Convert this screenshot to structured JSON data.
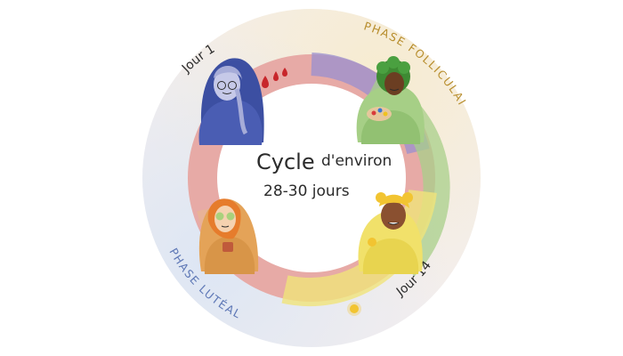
{
  "center": {
    "line1_a": "Cycle",
    "line1_b": "d'environ",
    "line2": "28-30 jours"
  },
  "labels": {
    "day1": "Jour 1",
    "day14": "Jour 14",
    "phase_follicular": "PHASE FOLLICULAIRE",
    "phase_luteal": "PHASE LUTÉALE"
  },
  "colors": {
    "outer_disc": "#f2ecec",
    "follicular_tint": "#f7ecd0",
    "luteal_tint": "#dde6f4",
    "ring_red": "#e5a8a5",
    "ring_purple": "#9a8fcf",
    "ring_yellow": "#f0e37a",
    "ring_green": "#a8cf8a",
    "phase_follicular_text": "#b88e2e",
    "phase_luteal_text": "#5e78b6",
    "blood": "#c8262b"
  },
  "figures": [
    {
      "id": "menstruation",
      "icon": "blue-blanket-woman-icon"
    },
    {
      "id": "follicular",
      "icon": "green-blanket-woman-icon"
    },
    {
      "id": "ovulation",
      "icon": "yellow-blanket-woman-icon"
    },
    {
      "id": "luteal",
      "icon": "orange-blanket-woman-icon"
    }
  ]
}
